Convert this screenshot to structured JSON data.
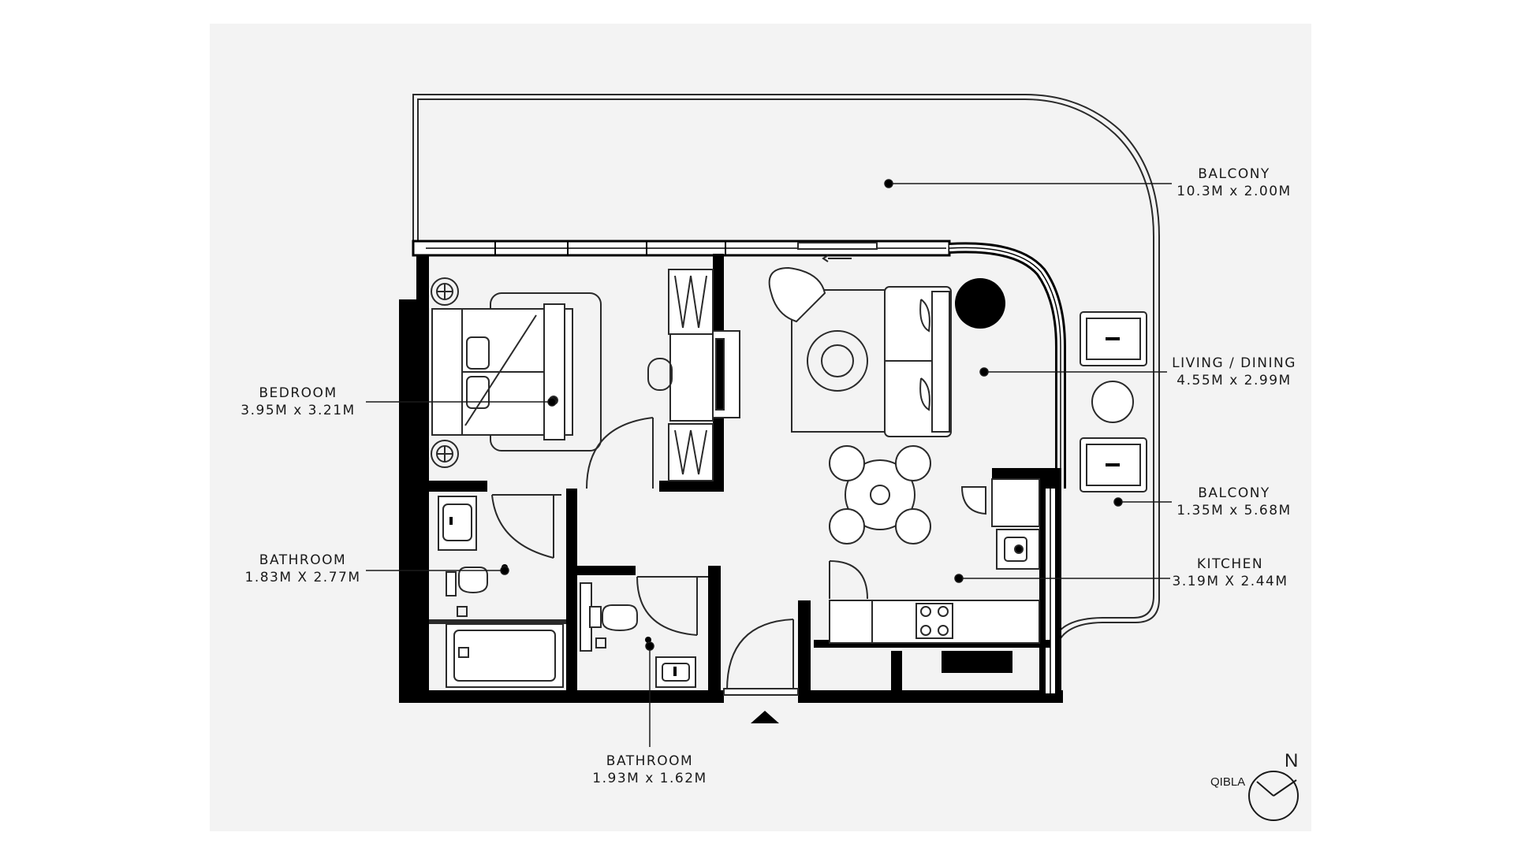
{
  "rooms": {
    "balcony_top": {
      "name": "BALCONY",
      "dims": "10.3M x 2.00M"
    },
    "living_dining": {
      "name": "LIVING / DINING",
      "dims": "4.55M x 2.99M"
    },
    "bedroom": {
      "name": "BEDROOM",
      "dims": "3.95M x 3.21M"
    },
    "balcony_side": {
      "name": "BALCONY",
      "dims": "1.35M x 5.68M"
    },
    "bathroom_1": {
      "name": "BATHROOM",
      "dims": "1.83M X 2.77M"
    },
    "kitchen": {
      "name": "KITCHEN",
      "dims": "3.19M X 2.44M"
    },
    "bathroom_2": {
      "name": "BATHROOM",
      "dims": "1.93M x 1.62M"
    }
  },
  "compass": {
    "qibla_label": "QIBLA",
    "north_label": "N"
  },
  "colors": {
    "wall": "#000000",
    "line": "#2a2a2a",
    "panel": "#f3f3f3",
    "background": "#ffffff"
  }
}
